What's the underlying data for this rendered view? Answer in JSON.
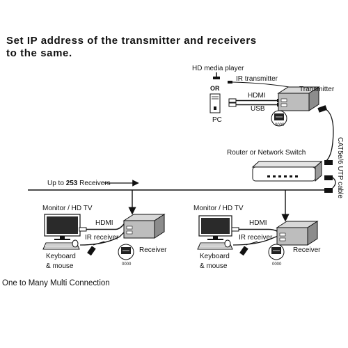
{
  "heading": {
    "line1": "Set IP address of the transmitter and receivers",
    "line2": "to the same."
  },
  "labels": {
    "hd_media_player": "HD media player",
    "or": "OR",
    "pc": "PC",
    "ir_transmitter": "IR transmitter",
    "hdmi": "HDMI",
    "usb": "USB",
    "transmitter": "Transmitter",
    "display_code": "0000",
    "cable": "CAT5e/6 UTP cable",
    "router": "Router or Network Switch",
    "receivers_count_prefix": "Up to",
    "receivers_count_number": "253",
    "receivers_count_suffix": "Receivers",
    "monitor": "Monitor / HD TV",
    "ir_receiver": "IR receiver",
    "receiver": "Receiver",
    "keyboard_line1": "Keyboard",
    "keyboard_line2": "& mouse"
  },
  "caption": "One to Many Multi Connection"
}
